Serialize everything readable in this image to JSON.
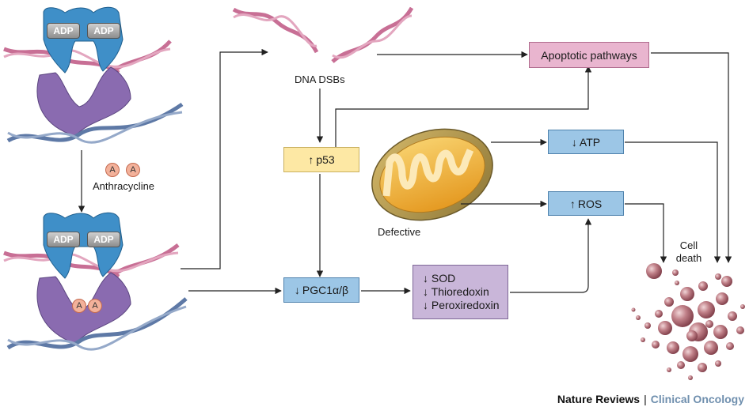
{
  "adp_label": "ADP",
  "anthracycline": {
    "label": "Anthracycline",
    "molecule": "A"
  },
  "dna_dsbs": "DNA DSBs",
  "p53": {
    "arrow": "↑",
    "text": "p53"
  },
  "pgc": {
    "arrow": "↓",
    "text": "PGC1α/β"
  },
  "antioxidants": [
    {
      "arrow": "↓",
      "text": "SOD"
    },
    {
      "arrow": "↓",
      "text": "Thioredoxin"
    },
    {
      "arrow": "↓",
      "text": "Peroxiredoxin"
    }
  ],
  "apoptotic": "Apoptotic pathways",
  "atp": {
    "arrow": "↓",
    "text": "ATP"
  },
  "ros": {
    "arrow": "↑",
    "text": "ROS"
  },
  "mitochondrion_label": "Defective",
  "cell_death": "Cell death",
  "credit": {
    "journal": "Nature Reviews",
    "separator": "|",
    "section": "Clinical Oncology"
  },
  "colors": {
    "topo_blue": "#3f8fc8",
    "topo_purple": "#8a6bb0",
    "dna_pink": "#c86f95",
    "dna_blue": "#5e79a6",
    "p53_fill": "#fde8a4",
    "blue_box": "#9cc6e6",
    "purple_box": "#c9b6d9",
    "pink_box": "#e9b5cf",
    "mito_orange": "#f0b03a",
    "cell_death": "#b56a74"
  }
}
